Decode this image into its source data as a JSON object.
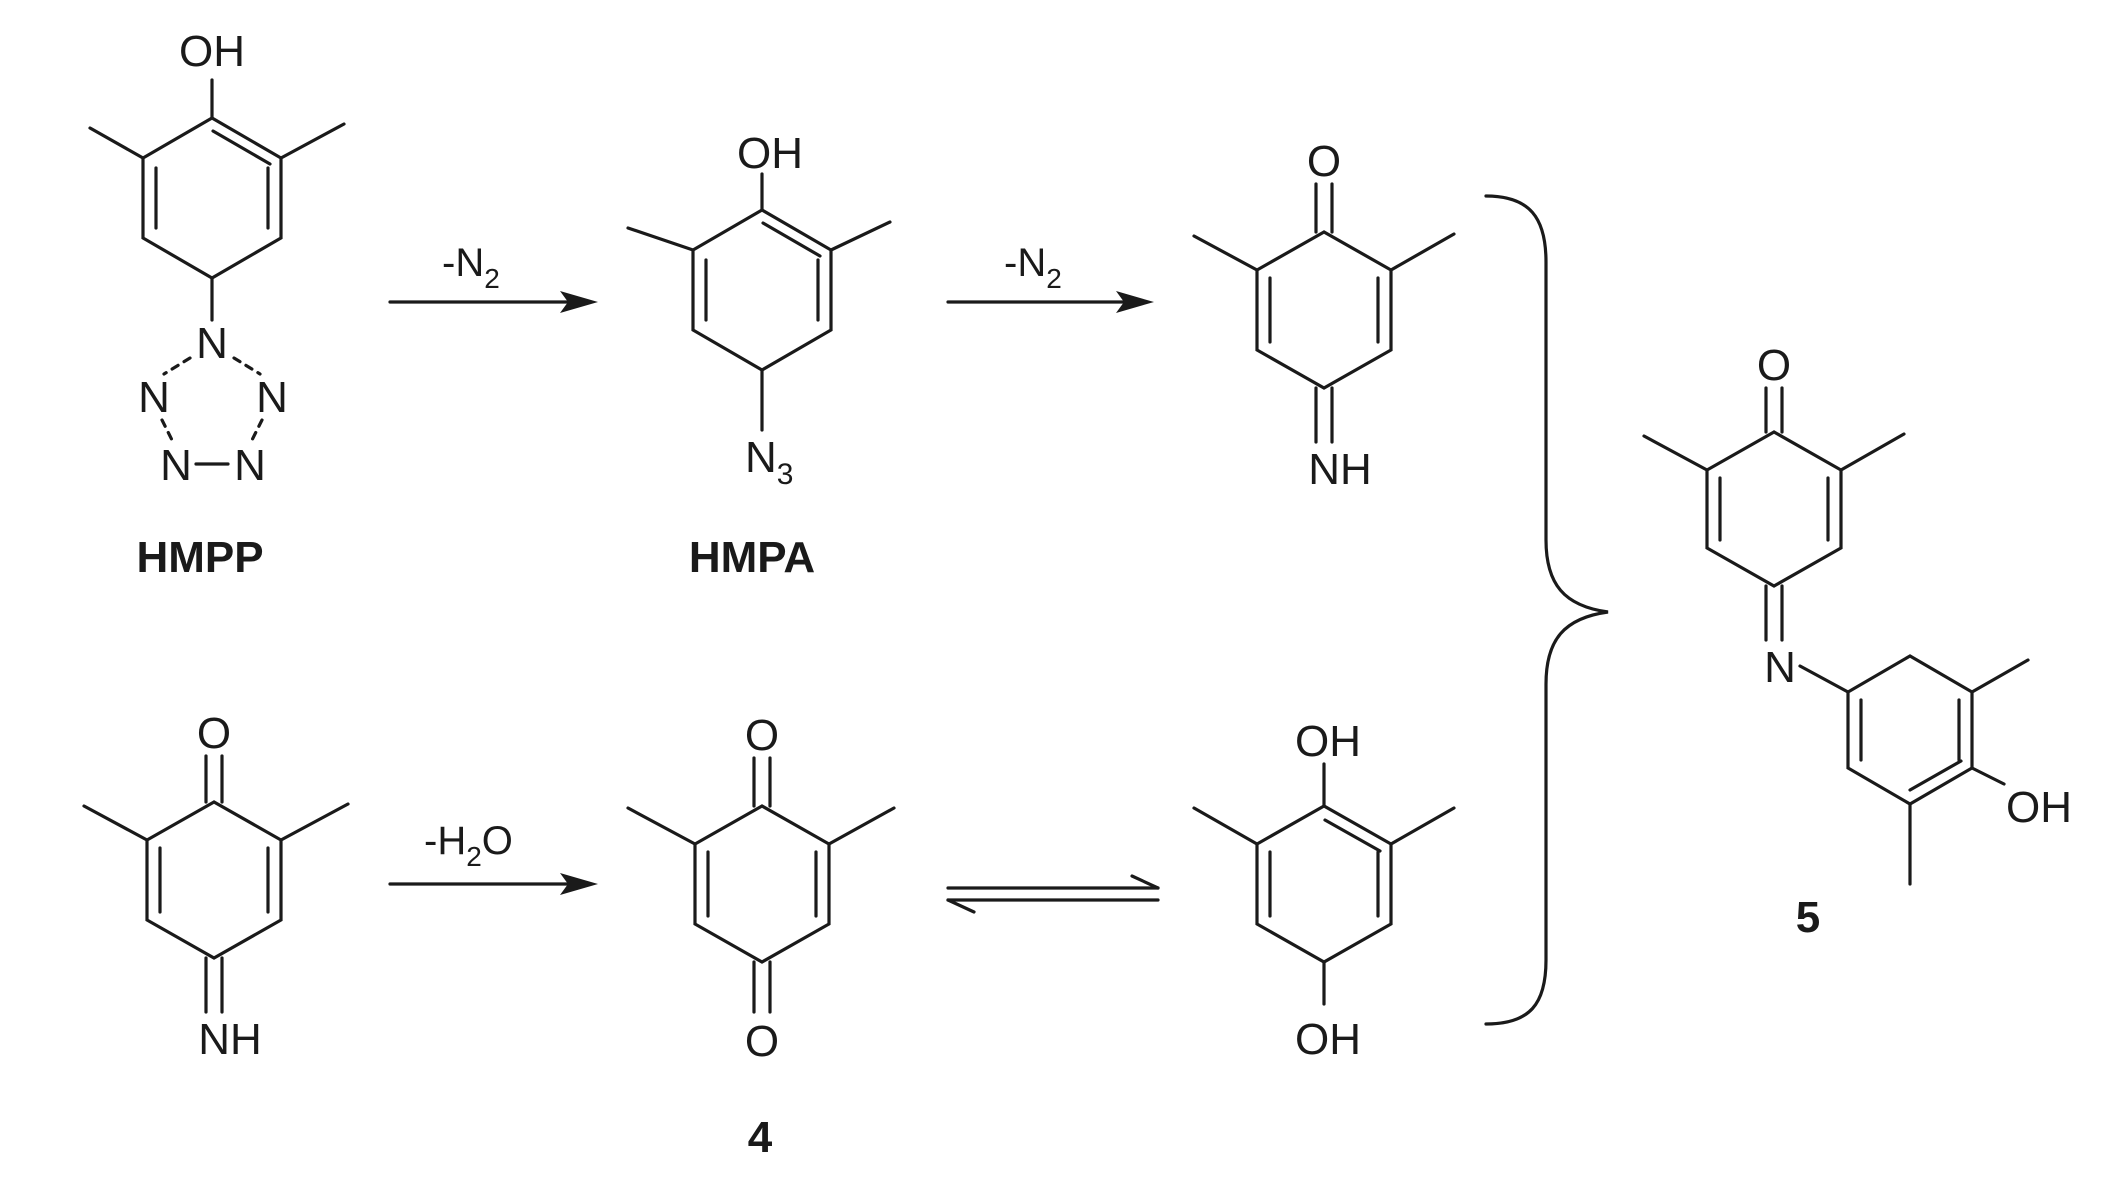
{
  "compounds": {
    "hmpp": {
      "label": "HMPP",
      "substituent": "OH"
    },
    "hmpa": {
      "label": "HMPA",
      "substituent": "OH",
      "azide_base": "N",
      "azide_sub": "3"
    },
    "quinone_imine": {
      "carbonyl": "O",
      "imine": "NH"
    },
    "imine_bottom": {
      "carbonyl": "O",
      "imine": "NH"
    },
    "compound_4": {
      "label": "4",
      "carbonyl_top": "O",
      "carbonyl_bottom": "O"
    },
    "hydroquinone": {
      "oh_top": "OH",
      "oh_bottom": "OH"
    },
    "compound_5": {
      "label": "5",
      "carbonyl": "O",
      "imine_n": "N",
      "oh": "OH"
    },
    "tetrazole_n": "N"
  },
  "reactions": {
    "step1": {
      "base": "-N",
      "sub": "2"
    },
    "step2": {
      "base": "-N",
      "sub": "2"
    },
    "step3": {
      "base_a": "-H",
      "sub": "2",
      "base_b": "O"
    }
  },
  "equilibrium": "reversible"
}
